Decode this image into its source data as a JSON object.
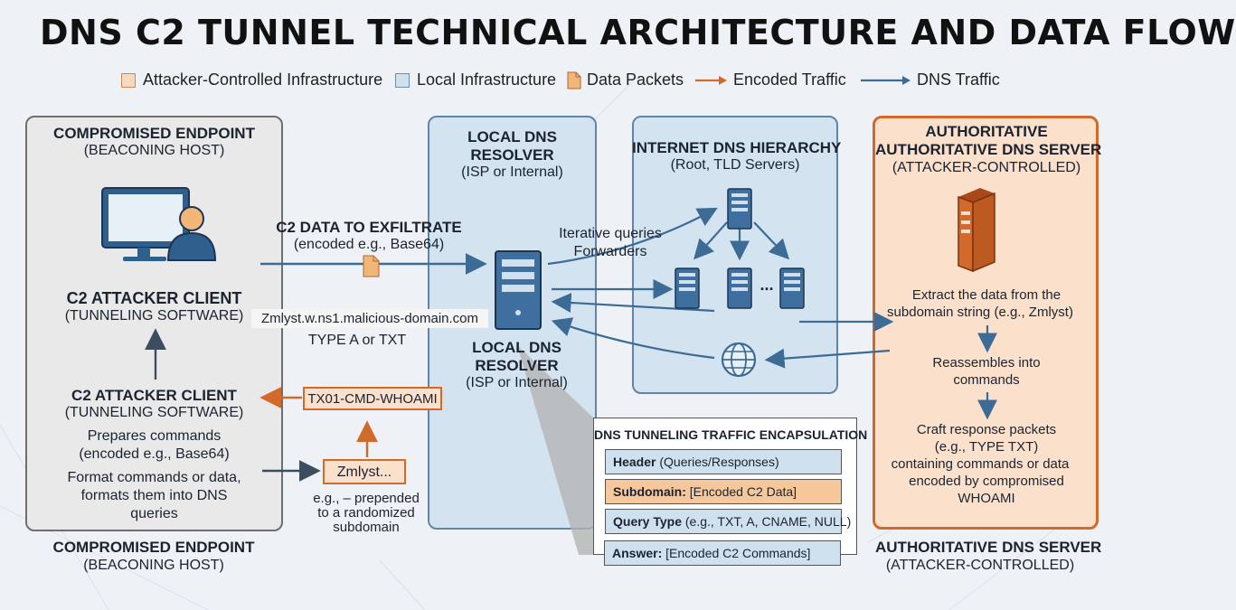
{
  "title": "DNS C2 TUNNEL TECHNICAL ARCHITECTURE AND DATA FLOW",
  "legend": [
    {
      "label": "Attacker-Controlled Infrastructure",
      "kind": "box",
      "color": "#f6d9bf"
    },
    {
      "label": "Local Infrastructure",
      "kind": "box",
      "color": "#cfe0ee"
    },
    {
      "label": "Data Packets",
      "kind": "doc",
      "color": "#f3b679"
    },
    {
      "label": "Encoded Traffic",
      "kind": "arrow",
      "color": "#d26a2c"
    },
    {
      "label": "DNS Traffic",
      "kind": "arrow",
      "color": "#3c6b96"
    }
  ],
  "colors": {
    "orange": "#d26a2c",
    "blue": "#3c6b96",
    "panel_gray": "#e9e9e9",
    "panel_blue": "#d3e3f0",
    "panel_orange": "#fbe0cb"
  },
  "endpoint": {
    "title": "COMPROMISED ENDPOINT",
    "subtitle": "(BEACONING HOST)",
    "client_title": "C2 ATTACKER CLIENT",
    "client_subtitle": "(TUNNELING SOFTWARE)",
    "client2_title": "C2 ATTACKER CLIENT",
    "client2_subtitle": "(TUNNELING SOFTWARE)",
    "prepares_1": "Prepares commands",
    "prepares_2": "(encoded e.g., Base64)",
    "format_1": "Format commands or data,",
    "format_2": "formats them into DNS",
    "format_3": "queries",
    "footer_title": "COMPROMISED ENDPOINT",
    "footer_subtitle": "(BEACONING HOST)"
  },
  "flow": {
    "exfil_title": "C2 DATA TO EXFILTRATE",
    "exfil_sub": "(encoded e.g., Base64)",
    "query_domain": "Zmlyst.w.ns1.malicious-domain.com",
    "query_type": "TYPE A or TXT",
    "command_tag": "TX01-CMD-WHOAMI",
    "subdomain_tag": "Zmlyst...",
    "prepend_1": "e.g., – prepended",
    "prepend_2": "to a randomized",
    "prepend_3": "subdomain"
  },
  "resolver": {
    "title_1": "LOCAL DNS",
    "title_2": "RESOLVER",
    "subtitle": "(ISP or Internal)",
    "bottom_1": "LOCAL DNS",
    "bottom_2": "RESOLVER",
    "bottom_sub": "(ISP or Internal)"
  },
  "hierarchy": {
    "title": "INTERNET DNS HIERARCHY",
    "subtitle": "(Root, TLD Servers)",
    "iter_1": "Iterative queries",
    "iter_2": "Forwarders",
    "dots": "..."
  },
  "authoritative": {
    "title_1": "AUTHORITATIVE",
    "title_2": "AUTHORITATIVE DNS SERVER",
    "subtitle": "(ATTACKER-CONTROLLED)",
    "extract_1": "Extract the data from the",
    "extract_2": "subdomain string (e.g., Zmlyst)",
    "reassemble_1": "Reassembles into",
    "reassemble_2": "commands",
    "craft_1": "Craft response packets",
    "craft_2": "(e.g., TYPE TXT)",
    "craft_3": "containing commands or data",
    "craft_4": "encoded by compromised",
    "craft_5": "WHOAMI",
    "footer_title": "AUTHORITATIVE DNS SERVER",
    "footer_subtitle": "(ATTACKER-CONTROLLED)"
  },
  "encapsulation": {
    "title": "DNS TUNNELING TRAFFIC ENCAPSULATION",
    "rows": [
      {
        "bold": "Header",
        "text": " (Queries/Responses)",
        "color": "#cfe0ee"
      },
      {
        "bold": "Subdomain:",
        "text": " [Encoded C2 Data]",
        "color": "#f6c79a"
      },
      {
        "bold": "Query Type",
        "text": " (e.g., TXT, A, CNAME, NULL)",
        "color": "#cfe0ee"
      },
      {
        "bold": "Answer:",
        "text": " [Encoded C2 Commands]",
        "color": "#cfe0ee"
      }
    ]
  }
}
